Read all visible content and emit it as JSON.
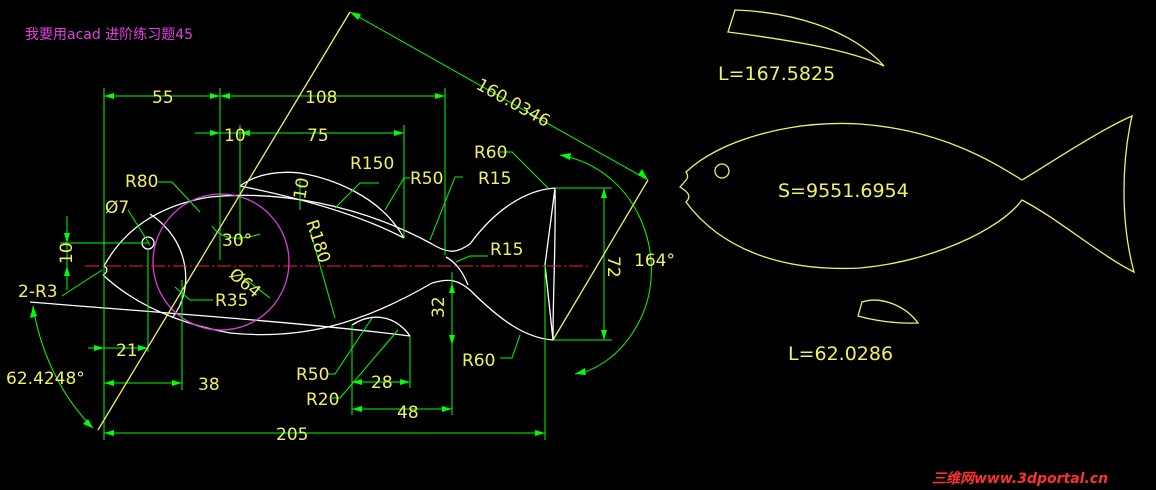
{
  "header": {
    "title": "我要用acad 进阶练习题45"
  },
  "dimensions": {
    "d55": "55",
    "d108": "108",
    "d10a": "10",
    "d75": "75",
    "d160": "160.0346",
    "r80": "R80",
    "r150": "R150",
    "r50a": "R50",
    "r60a": "R60",
    "r15a": "R15",
    "d7": "Ø7",
    "d10b": "10",
    "d30": "30°",
    "d10c": "10",
    "r180": "R180",
    "r15b": "R15",
    "d64": "Ø64",
    "r3": "2-R3",
    "r35": "R35",
    "d72": "72",
    "d164": "164°",
    "d32": "32",
    "r60b": "R60",
    "d21": "21",
    "d38": "38",
    "ang62": "62.4248°",
    "r50b": "R50",
    "r20": "R20",
    "d28": "28",
    "d48": "48",
    "d205": "205"
  },
  "results": {
    "fin_top_length": "L=167.5825",
    "fish_area": "S=9551.6954",
    "fin_bottom_length": "L=62.0286"
  },
  "watermark": "三维网www.3dportal.cn",
  "colors": {
    "background": "#000000",
    "geometry": "#f2f261",
    "dimension_lines": "#00ff00",
    "dimension_text": "#f2f261",
    "centerline": "#ff2020",
    "circle": "#d83fd8",
    "title": "#e040e0",
    "watermark": "#ff3030"
  }
}
